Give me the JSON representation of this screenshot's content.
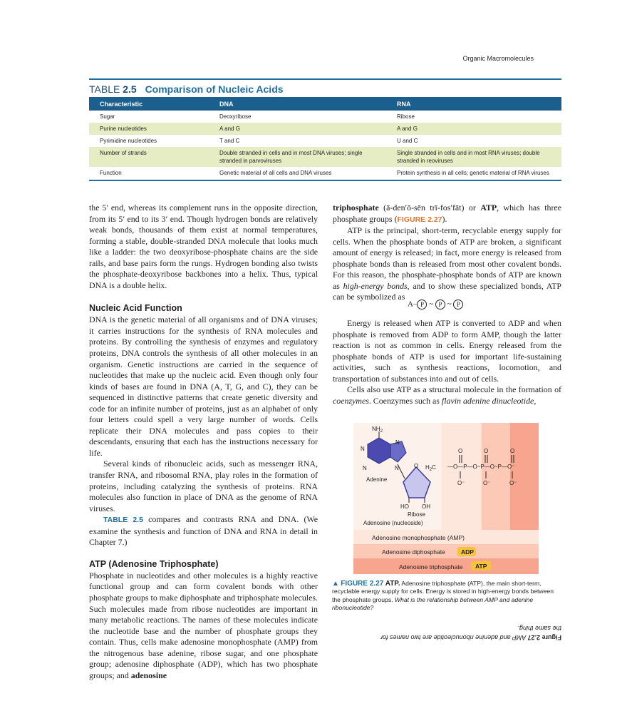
{
  "running_head": "Organic Macromolecules",
  "table": {
    "label": "TABLE",
    "number": "2.5",
    "caption": "Comparison of Nucleic Acids",
    "headers": [
      "Characteristic",
      "DNA",
      "RNA"
    ],
    "rows": [
      [
        "Sugar",
        "Deoxyribose",
        "Ribose"
      ],
      [
        "Purine nucleotides",
        "A and G",
        "A and G"
      ],
      [
        "Pyrimidine nucleotides",
        "T and C",
        "U and C"
      ],
      [
        "Number of strands",
        "Double stranded in cells and in most DNA viruses; single stranded in parvoviruses",
        "Single stranded in cells and in most RNA viruses; double stranded in reoviruses"
      ],
      [
        "Function",
        "Genetic material of all cells and DNA viruses",
        "Protein synthesis in all cells; genetic material of RNA viruses"
      ]
    ]
  },
  "left": {
    "p1": "the 5′ end, whereas its complement runs in the opposite direction, from its 5′ end to its 3′ end. Though hydrogen bonds are relatively weak bonds, thousands of them exist at normal temperatures, forming a stable, double-stranded DNA molecule that looks much like a ladder: the two deoxyribose-phosphate chains are the side rails, and base pairs form the rungs. Hydrogen bonding also twists the phosphate-deoxyribose backbones into a helix. Thus, typical DNA is a double helix.",
    "h_function": "Nucleic Acid Function",
    "p2": "DNA is the genetic material of all organisms and of DNA viruses; it carries instructions for the synthesis of RNA molecules and proteins. By controlling the synthesis of enzymes and regulatory proteins, DNA controls the synthesis of all other molecules in an organism. Genetic instructions are carried in the sequence of nucleotides that make up the nucleic acid. Even though only four kinds of bases are found in DNA (A, T, G, and C), they can be sequenced in distinctive patterns that create genetic diversity and code for an infinite number of proteins, just as an alphabet of only four letters could spell a very large number of words. Cells replicate their DNA molecules and pass copies to their descendants, ensuring that each has the instructions necessary for life.",
    "p3": "Several kinds of ribonucleic acids, such as messenger RNA, transfer RNA, and ribosomal RNA, play roles in the formation of proteins, including catalyzing the synthesis of proteins. RNA molecules also function in place of DNA as the genome of RNA viruses.",
    "p4_ref": "TABLE 2.5",
    "p4": " compares and contrasts RNA and DNA. (We examine the synthesis and function of DNA and RNA in detail in Chapter 7.)",
    "h_atp": "ATP (Adenosine Triphosphate)",
    "p5": "Phosphate in nucleotides and other molecules is a highly reactive functional group and can form covalent bonds with other phosphate groups to make diphosphate and triphosphate molecules. Such molecules made from ribose nucleotides are important in many metabolic reactions. The names of these molecules indicate the nucleotide base and the number of phosphate groups they contain. Thus, cells make adenosine monophosphate (AMP) from the nitrogenous base adenine, ribose sugar, and one phosphate group; adenosine diphosphate (ADP), which has two phosphate groups; and ",
    "p5_bold": "adenosine"
  },
  "right": {
    "r1_bold": "triphosphate",
    "r1_a": " (ā-den′ō-sēn trī-fos′fāt) or ",
    "r1_atp": "ATP",
    "r1_b": ", which has three phosphate groups (",
    "r1_ref": "FIGURE 2.27",
    "r1_c": ").",
    "r2_a": "ATP is the principal, short-term, recyclable energy supply for cells. When the phosphate bonds of ATP are broken, a significant amount of energy is released; in fact, more energy is released from phosphate bonds than is released from most other covalent bonds. For this reason, the phosphate-phosphate bonds of ATP are known as ",
    "r2_em": "high-energy bonds",
    "r2_b": ", and to show these specialized bonds, ATP can be symbolized as",
    "eq_a": "A–",
    "eq_p": "P",
    "eq_tilde": "~",
    "r3": "Energy is released when ATP is converted to ADP and when phosphate is removed from ADP to form AMP, though the latter reaction is not as common in cells. Energy released from the phosphate bonds of ATP is used for important life-sustaining activities, such as synthesis reactions, locomotion, and transportation of substances into and out of cells.",
    "r4_a": "Cells also use ATP as a structural molecule in the formation of ",
    "r4_em1": "coenzymes",
    "r4_b": ". Coenzymes such as ",
    "r4_em2": "flavin adenine dinucleotide,"
  },
  "figure": {
    "nh2": "NH",
    "sub2": "2",
    "n": "N",
    "o": "O",
    "p": "P",
    "h2c": "H",
    "c": "C",
    "ominus": "O⁻",
    "ho": "HO",
    "oh": "OH",
    "adenine": "Adenine",
    "ribose": "Ribose",
    "adenosine": "Adenosine (nucleoside)",
    "amp": "Adenosine monophosphate (AMP)",
    "adp_label": "Adenosine diphosphate",
    "adp_badge": "ADP",
    "atp_label": "Adenosine triphosphate",
    "atp_badge": "ATP",
    "colors": {
      "amp": "#fde6dc",
      "adp": "#fbc9b6",
      "atp": "#f7a58e",
      "badge": "#f6c33a",
      "ring": "#3d3d9c",
      "ribose": "#c8c6ec"
    }
  },
  "caption": {
    "marker": "▲",
    "label": "FIGURE 2.27",
    "title": "ATP.",
    "text": " Adenosine triphosphate (ATP), the main short-term, recyclable energy supply for cells. Energy is stored in high-energy bonds between the phosphate groups. ",
    "question": "What is the relationship between AMP and adenine ribonucleotide?"
  },
  "answer": {
    "label": "Figure 2.27",
    "text": " AMP and adenine ribonucleotide are two names for the same thing."
  }
}
